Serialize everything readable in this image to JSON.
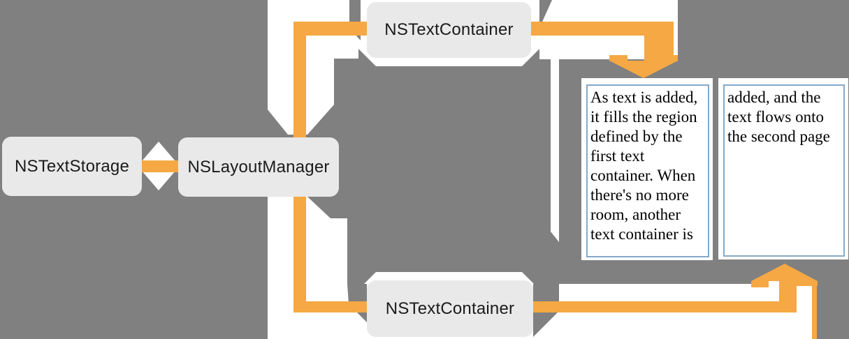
{
  "colors": {
    "background": "#808080",
    "white": "#FFFFFF",
    "orange": "#F5A843",
    "box_fill": "#E9E9E9",
    "box_text": "#1B1B1B",
    "page_border": "#84A9CB",
    "page_bg": "#FFFFFF",
    "page_text": "#000000"
  },
  "diagram": {
    "nodes": {
      "text_storage": {
        "label": "NSTextStorage"
      },
      "layout_manager": {
        "label": "NSLayoutManager"
      },
      "text_container_top": {
        "label": "NSTextContainer"
      },
      "text_container_bottom": {
        "label": "NSTextContainer"
      }
    },
    "pages": {
      "page1": {
        "lines": [
          "As text is added,",
          "it fills the region",
          "defined by the",
          "first text",
          "container. When",
          "there's no more",
          "room, another",
          "text container is"
        ]
      },
      "page2": {
        "lines": [
          "added, and the",
          "text flows onto",
          "the second page"
        ]
      }
    }
  }
}
